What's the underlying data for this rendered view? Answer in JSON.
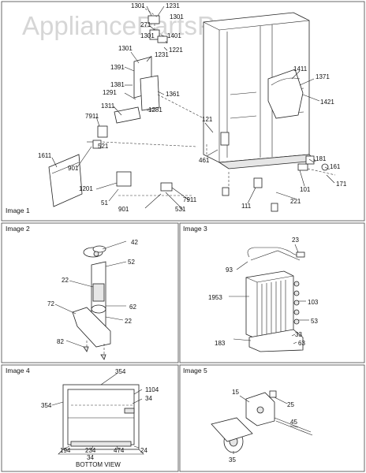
{
  "watermark": "AppliancePartsPros.com",
  "panels": [
    {
      "title": "Image 1"
    },
    {
      "title": "Image 2"
    },
    {
      "title": "Image 3"
    },
    {
      "title": "Image 4"
    },
    {
      "title": "Image 5"
    }
  ],
  "image1_labels": [
    "1301",
    "1231",
    "271",
    "1301",
    "1401",
    "1301",
    "1221",
    "1301",
    "1231",
    "1391",
    "1381",
    "1291",
    "1361",
    "1311",
    "1281",
    "7911",
    "521",
    "901",
    "1611",
    "121",
    "461",
    "1411",
    "1371",
    "1421",
    "181",
    "161",
    "171",
    "101",
    "221",
    "111",
    "1201",
    "51",
    "901",
    "531",
    "7911"
  ],
  "image2_labels": [
    "42",
    "52",
    "22",
    "62",
    "72",
    "22",
    "82"
  ],
  "image3_labels": [
    "23",
    "93",
    "1953",
    "103",
    "53",
    "183",
    "33",
    "63"
  ],
  "image4_labels": [
    "354",
    "1104",
    "34",
    "354",
    "194",
    "234",
    "474",
    "24",
    "34"
  ],
  "image4_caption": "BOTTOM VIEW",
  "image5_labels": [
    "15",
    "25",
    "45",
    "35"
  ]
}
